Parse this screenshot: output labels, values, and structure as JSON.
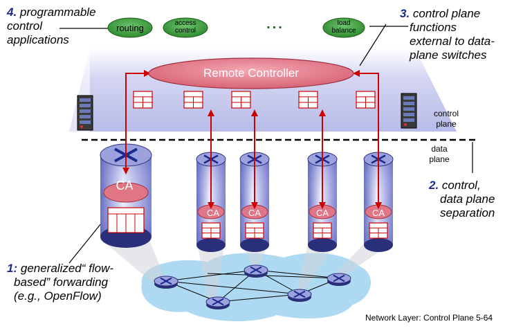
{
  "annotations": {
    "apps": {
      "num": "4.",
      "line1": "programmable",
      "line2": "control",
      "line3": "applications"
    },
    "external": {
      "num": "3.",
      "line1": "control plane",
      "line2": "functions",
      "line3": "external to data-",
      "line4": "plane switches"
    },
    "separation": {
      "num": "2.",
      "line1": "control,",
      "line2": "data plane",
      "line3": "separation"
    },
    "forwarding": {
      "num": "1:",
      "line1": "generalized“ flow-",
      "line2": "based” forwarding",
      "line3": "(e.g., OpenFlow)"
    }
  },
  "apps": {
    "routing": "routing",
    "access_line1": "access",
    "access_line2": "control",
    "ellipsis": "...",
    "load_line1": "load",
    "load_line2": "balance"
  },
  "controller": {
    "label": "Remote Controller"
  },
  "planes": {
    "control_line1": "control",
    "control_line2": "plane",
    "data_line1": "data",
    "data_line2": "plane"
  },
  "agent": {
    "label": "CA"
  },
  "footer": {
    "text": "Network Layer: Control Plane  5-64"
  },
  "colors": {
    "arrow": "#cc0000",
    "app_green": "#3d9a3d",
    "controller_fill": "#e07585",
    "plane_lavender": "#c6c8ee",
    "number_blue": "#1a2a8c",
    "network_cloud": "#9fd3f0"
  }
}
